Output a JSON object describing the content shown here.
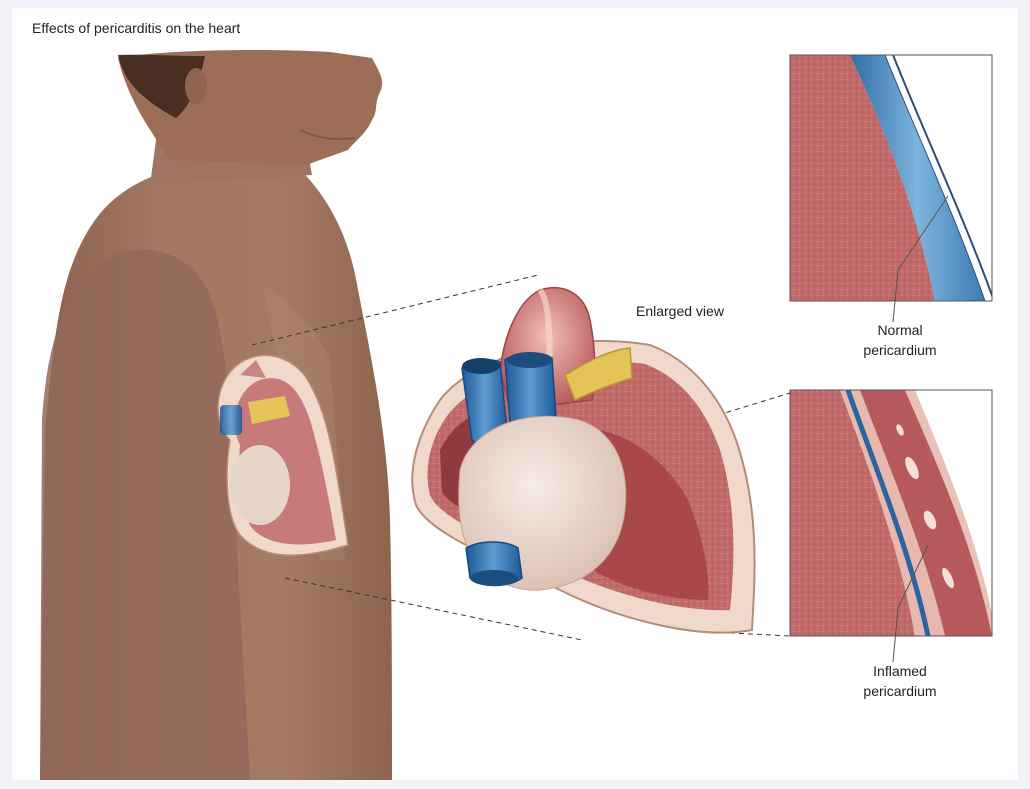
{
  "figure": {
    "title": "Effects of pericarditis on the heart",
    "enlarged_label": "Enlarged view",
    "normal_caption": [
      "Normal",
      "pericardium"
    ],
    "inflamed_caption": [
      "Inflamed",
      "pericardium"
    ]
  },
  "colors": {
    "page_background": "#f2f3f9",
    "panel": "#ffffff",
    "skin": "#a47862",
    "skin_shadow": "#8a604d",
    "myocardium": "#b75a5c",
    "muscle_light": "#e8d6cb",
    "pericardium_normal": "#4a86b8",
    "vessel_blue": "#2a6aaa",
    "vessel_yellow": "#e4c459",
    "pericardial_sac": "#f0d8cb"
  }
}
